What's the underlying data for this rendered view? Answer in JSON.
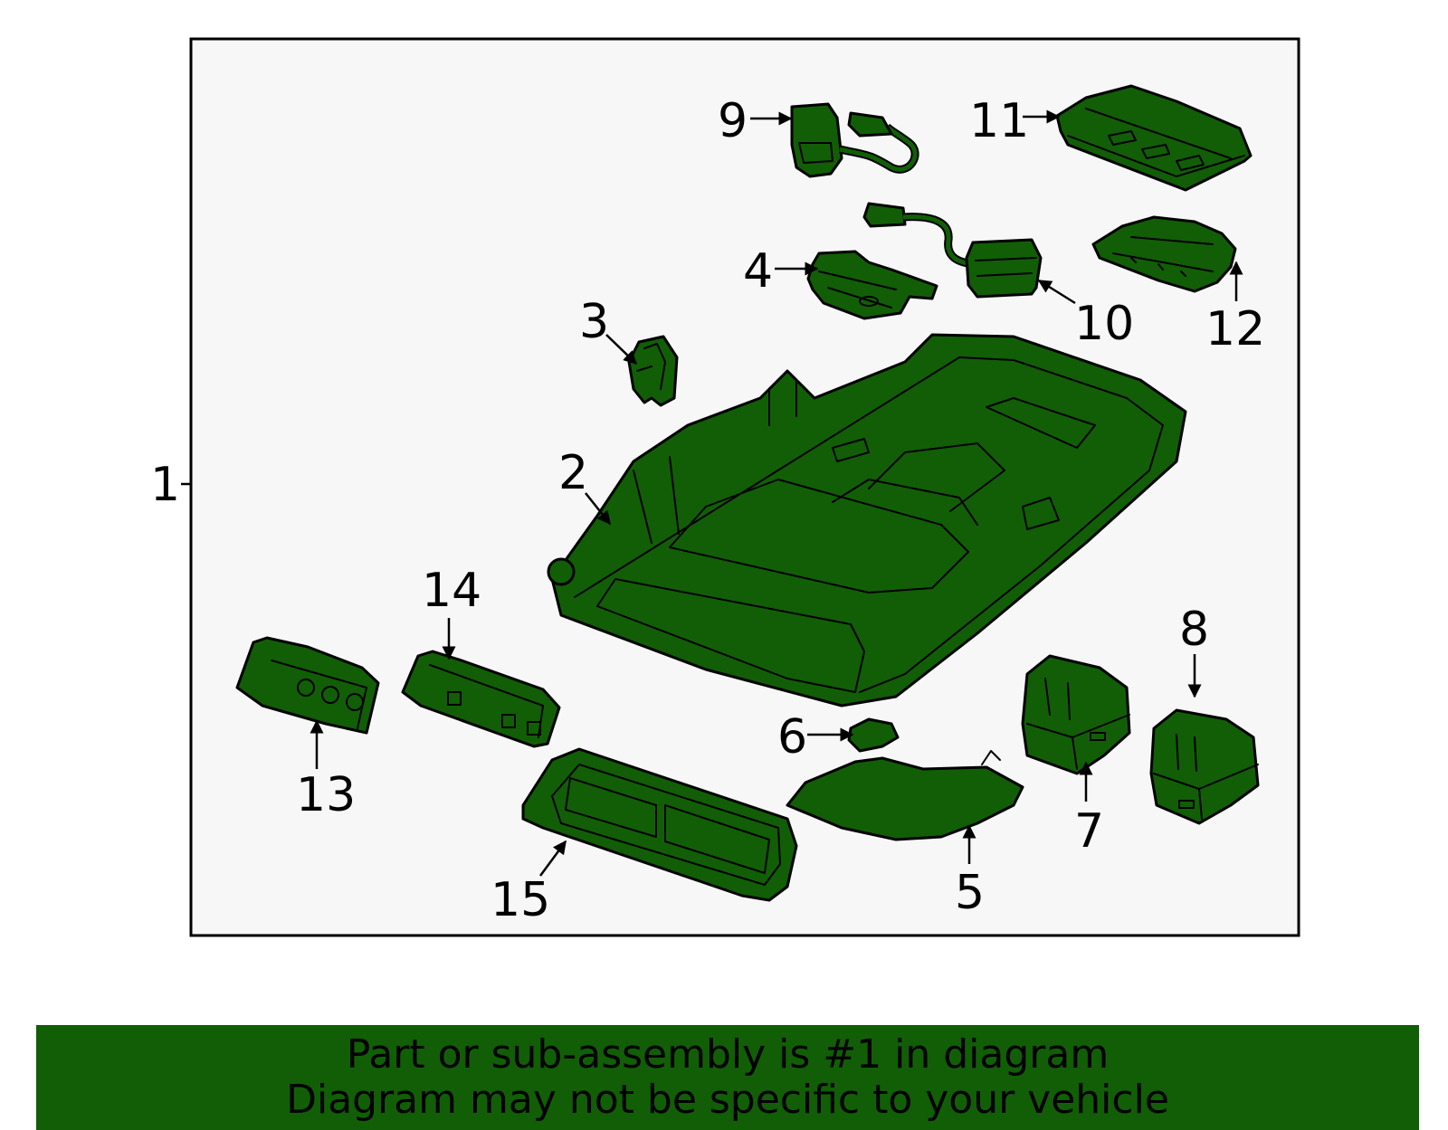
{
  "colors": {
    "part_fill": "#115e06",
    "outline": "#000000",
    "frame_background": "#f7f7f7",
    "banner_background": "#115e06"
  },
  "diagram": {
    "callouts": {
      "c1": "1",
      "c2": "2",
      "c3": "3",
      "c4": "4",
      "c5": "5",
      "c6": "6",
      "c7": "7",
      "c8": "8",
      "c9": "9",
      "c10": "10",
      "c11": "11",
      "c12": "12",
      "c13": "13",
      "c14": "14",
      "c15": "15"
    }
  },
  "banner": {
    "line1": "Part or sub-assembly is #1 in diagram",
    "line2": "Diagram may not be specific to your vehicle"
  }
}
